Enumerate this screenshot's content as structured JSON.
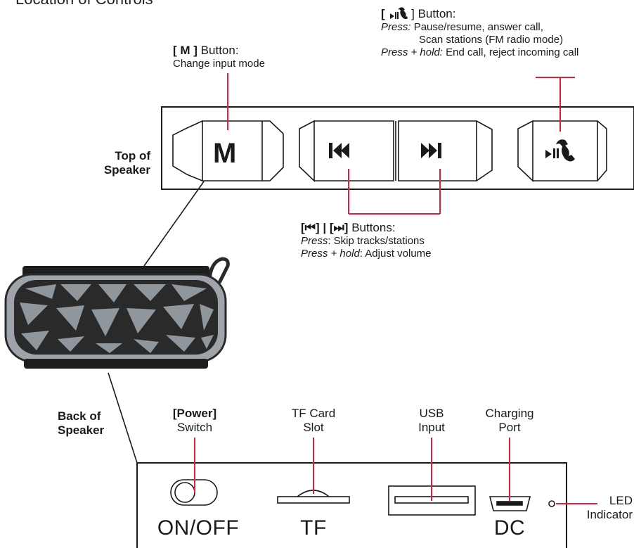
{
  "title": "Location of Controls",
  "top_section": {
    "label_line1": "Top of",
    "label_line2": "Speaker",
    "m_key_glyph": "M",
    "m_button": {
      "name": "[ M ]",
      "suffix": "Button:",
      "desc": "Change input mode"
    },
    "call_button": {
      "prefix": "[",
      "suffix": "] Button:",
      "press_label": "Press:",
      "press_line1": "Pause/resume, answer call,",
      "press_line2": "Scan stations (FM radio mode)",
      "hold_label": "Press + hold:",
      "hold_text": "End call, reject incoming call"
    },
    "skip_buttons": {
      "name": "[⏮] | [⏭]",
      "suffix": "Buttons:",
      "press_label": "Press",
      "press_text": ": Skip tracks/stations",
      "hold_label": "Press + hold",
      "hold_text": ": Adjust volume"
    }
  },
  "back_section": {
    "label_line1": "Back of",
    "label_line2": "Speaker",
    "power": {
      "name": "[Power]",
      "line2": "Switch",
      "panel_text": "ON/OFF"
    },
    "tf": {
      "line1": "TF Card",
      "line2": "Slot",
      "panel_text": "TF"
    },
    "usb": {
      "line1": "USB",
      "line2": "Input"
    },
    "charging": {
      "line1": "Charging",
      "line2": "Port",
      "panel_text": "DC"
    },
    "led": {
      "line1": "LED",
      "line2": "Indicator"
    }
  },
  "colors": {
    "callout": "#e0203a",
    "ink": "#1a1a1a",
    "speaker_body": "#9ea4a9",
    "speaker_grille": "#2a2a2a"
  }
}
